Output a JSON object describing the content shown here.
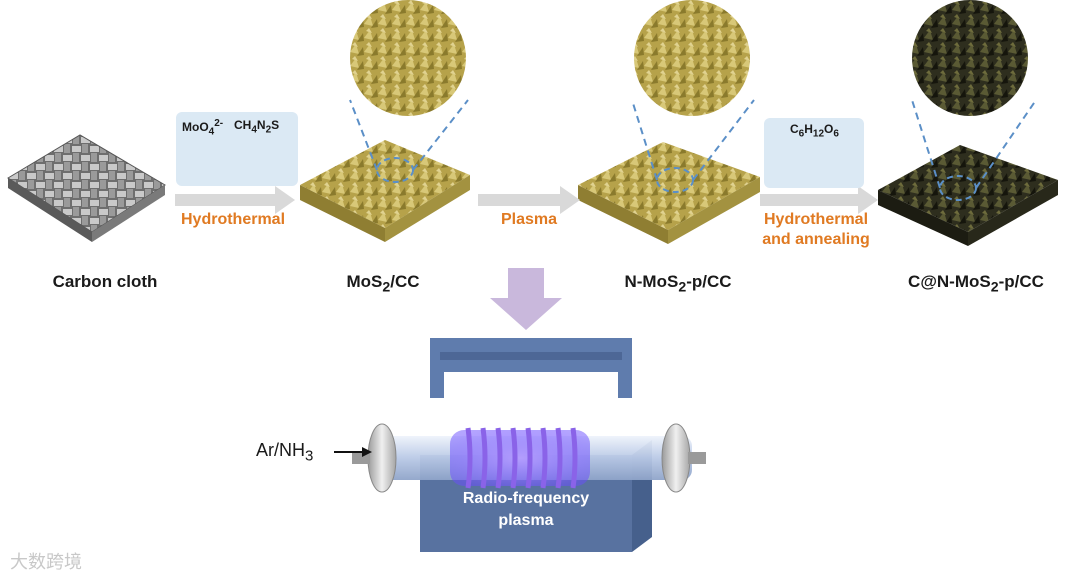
{
  "stages": [
    {
      "name_main": "Carbon cloth",
      "name_sub": "",
      "name_tail": ""
    },
    {
      "name_main": "MoS",
      "name_sub": "2",
      "name_tail": "/CC"
    },
    {
      "name_main": "N-MoS",
      "name_sub": "2",
      "name_tail": "-p/CC"
    },
    {
      "name_main": "C@N-MoS",
      "name_sub": "2",
      "name_tail": "-p/CC"
    }
  ],
  "steps": {
    "hydrothermal": "Hydrothermal",
    "plasma": "Plasma",
    "hydrothermal_annealing_line1": "Hydrothermal",
    "hydrothermal_annealing_line2": "and annealing"
  },
  "reagents": {
    "molybdate": {
      "base": "MoO",
      "sub": "4",
      "sup": "2-"
    },
    "thiourea": {
      "parts": [
        "CH",
        "4",
        "N",
        "2",
        "S"
      ]
    },
    "glucose": {
      "parts": [
        "C",
        "6",
        "H",
        "12",
        "O",
        "6"
      ]
    }
  },
  "reactor": {
    "gas_base": "Ar/NH",
    "gas_sub": "3",
    "label_line1": "Radio-frequency",
    "label_line2": "plasma"
  },
  "watermark": "大数跨境",
  "colors": {
    "step_text": "#e07a22",
    "arrow_gray": "#d9d9d9",
    "down_arrow": "#c9b8dc",
    "reactor_blue": "#5872a0",
    "mos2_gold": "#b9a64a",
    "carbon_dark": "#2e2e1e",
    "plasma_purple": "#7b5cff",
    "zoom_dash": "#5b8fc7"
  }
}
